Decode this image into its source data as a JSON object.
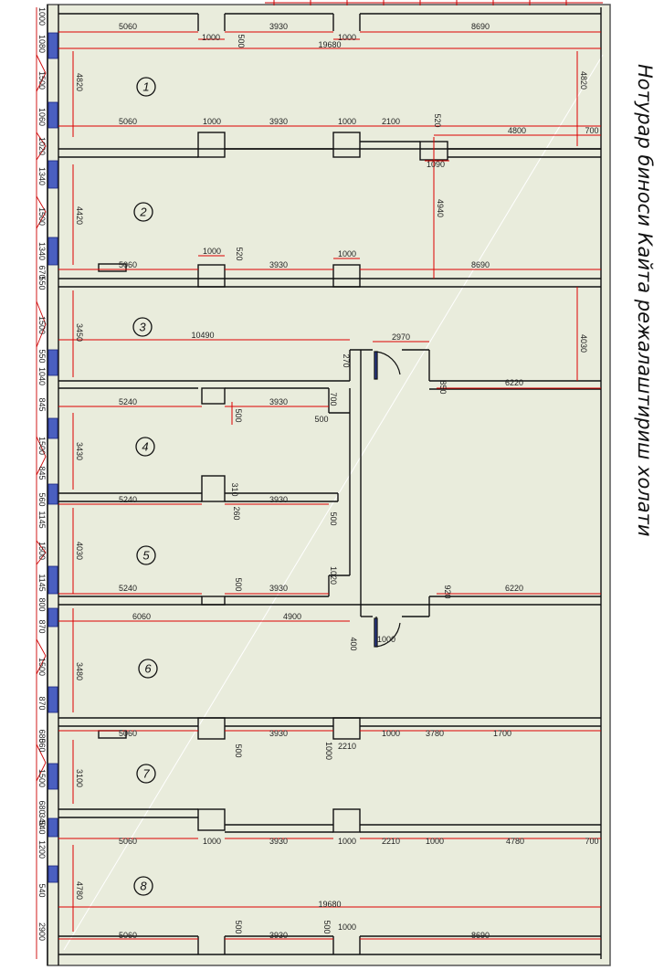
{
  "title": "Нотурар биноси Кайта режалаштириш холати",
  "rooms": [
    "1",
    "2",
    "3",
    "4",
    "5",
    "6",
    "7",
    "8"
  ],
  "dims": {
    "top": [
      "5060",
      "1000",
      "500",
      "3930",
      "1000",
      "8690",
      "19680"
    ],
    "r1": [
      "4820",
      "4820",
      "5060",
      "1000",
      "3930",
      "1000",
      "2100",
      "520",
      "4800",
      "700",
      "1090"
    ],
    "r2": [
      "4420",
      "4940",
      "1000",
      "520",
      "5060",
      "3930",
      "1000",
      "8690"
    ],
    "r3": [
      "3450",
      "4030",
      "10490",
      "270",
      "2970",
      "850",
      "6220"
    ],
    "r4": [
      "5240",
      "3930",
      "700",
      "500",
      "500",
      "3430"
    ],
    "r5": [
      "310",
      "260",
      "5240",
      "3930",
      "500",
      "4030"
    ],
    "r56": [
      "5240",
      "500",
      "3930",
      "1020",
      "920",
      "6220"
    ],
    "r6": [
      "6060",
      "4900",
      "400",
      "1000",
      "3480"
    ],
    "r7": [
      "5060",
      "3930",
      "500",
      "1000",
      "2210",
      "1000",
      "3780",
      "1700",
      "3100"
    ],
    "r8": [
      "5060",
      "1000",
      "3930",
      "1000",
      "2210",
      "1000",
      "4780",
      "700",
      "4780",
      "19680"
    ],
    "bottom": [
      "5060",
      "500",
      "3930",
      "500",
      "1000",
      "8690"
    ],
    "left": [
      "1000",
      "1080",
      "1500",
      "1060",
      "1020",
      "1340",
      "1500",
      "1340",
      "670",
      "550",
      "1500",
      "550",
      "1040",
      "845",
      "1500",
      "845",
      "560",
      "1145",
      "1500",
      "1145",
      "800",
      "870",
      "1500",
      "870",
      "680",
      "560",
      "1500",
      "680",
      "340",
      "540",
      "1200",
      "540",
      "2900"
    ]
  }
}
